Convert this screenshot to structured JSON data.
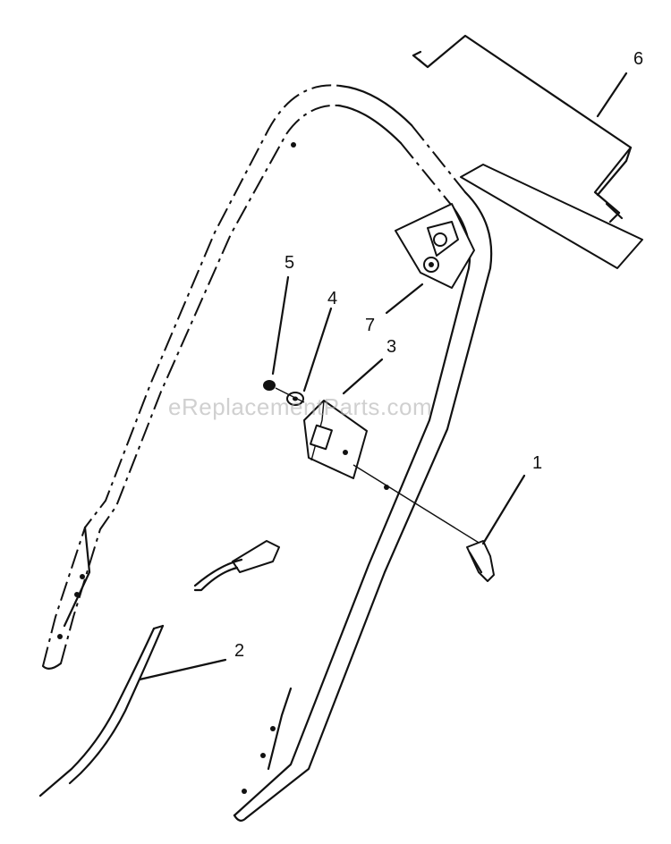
{
  "watermark": "eReplacementParts.com",
  "callouts": {
    "p1": "1",
    "p2": "2",
    "p3": "3",
    "p4": "4",
    "p5": "5",
    "p6": "6",
    "p7": "7"
  }
}
